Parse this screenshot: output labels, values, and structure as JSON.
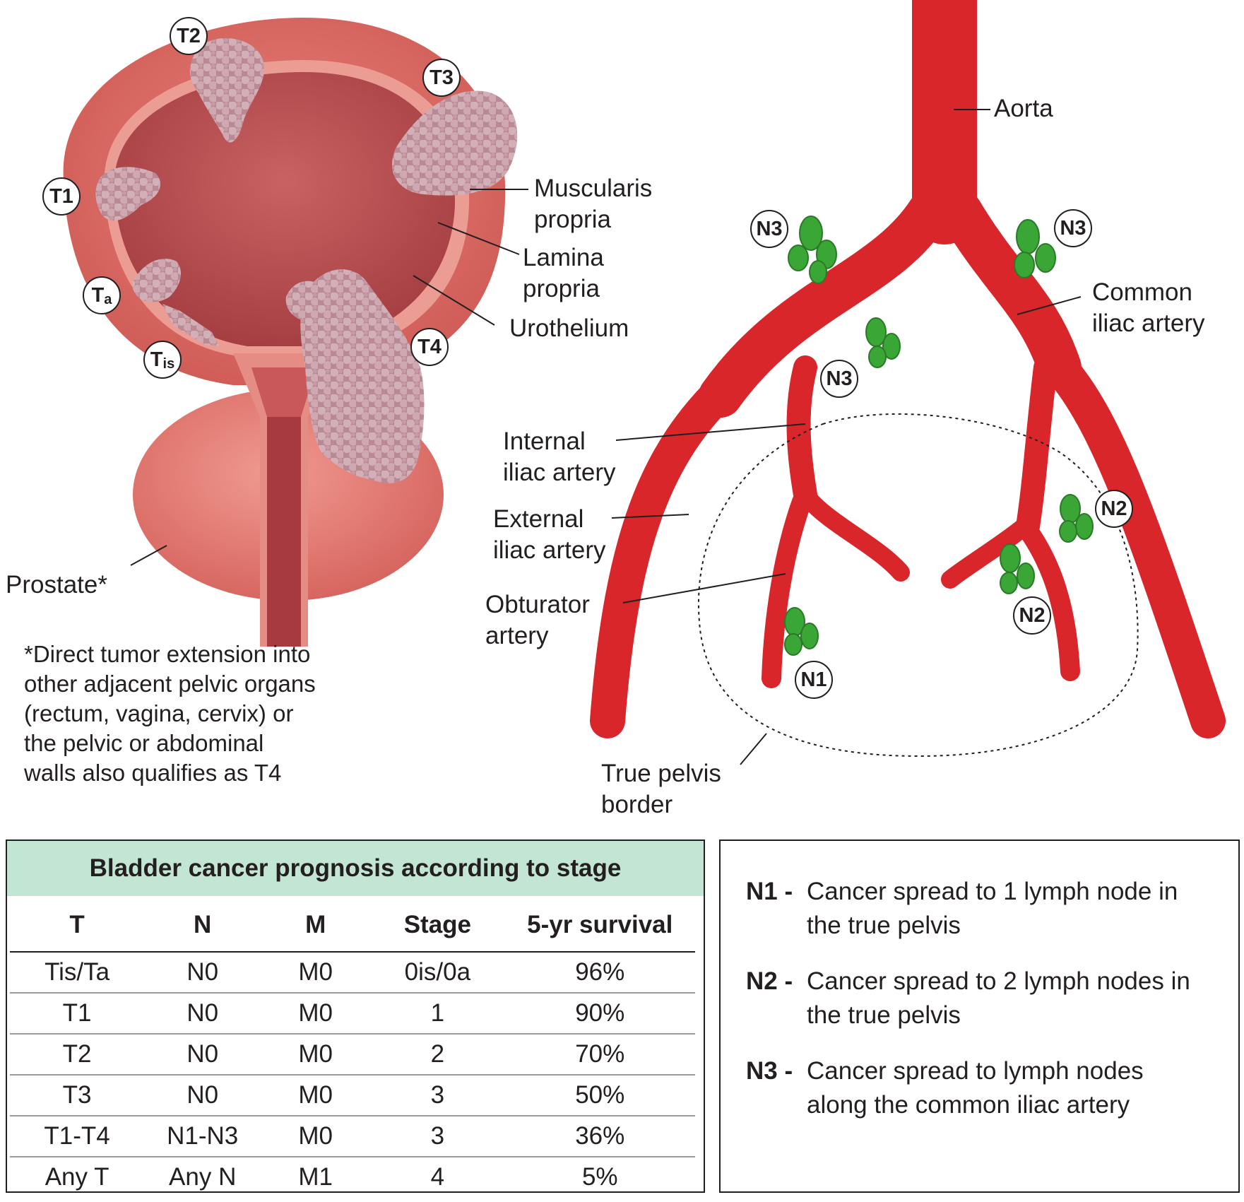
{
  "bladder": {
    "labels": {
      "muscularis": "Muscularis\npropria",
      "lamina": "Lamina\npropria",
      "urothelium": "Urothelium",
      "prostate": "Prostate*"
    },
    "badges": {
      "t2": "T2",
      "t3": "T3",
      "t1": "T1",
      "ta_main": "T",
      "ta_sub": "a",
      "tis_main": "T",
      "tis_sub": "is",
      "t4": "T4"
    },
    "footnote": "*Direct tumor extension into other adjacent pelvic organs (rectum, vagina, cervix) or the pelvic or abdominal walls also qualifies as T4"
  },
  "arteries": {
    "labels": {
      "aorta": "Aorta",
      "common_iliac": "Common\niliac artery",
      "internal_iliac": "Internal\niliac artery",
      "external_iliac": "External\niliac artery",
      "obturator": "Obturator\nartery",
      "true_pelvis": "True pelvis\nborder"
    },
    "badges": {
      "n3_left": "N3",
      "n3_right": "N3",
      "n3_center": "N3",
      "n2_upper": "N2",
      "n2_lower": "N2",
      "n1": "N1"
    }
  },
  "table": {
    "title": "Bladder cancer prognosis according to stage",
    "headers": [
      "T",
      "N",
      "M",
      "Stage",
      "5-yr survival"
    ],
    "rows": [
      {
        "t": "Tis/Ta",
        "n": "N0",
        "m": "M0",
        "stage": "0is/0a",
        "survival": "96%"
      },
      {
        "t": "T1",
        "n": "N0",
        "m": "M0",
        "stage": "1",
        "survival": "90%"
      },
      {
        "t": "T2",
        "n": "N0",
        "m": "M0",
        "stage": "2",
        "survival": "70%"
      },
      {
        "t": "T3",
        "n": "N0",
        "m": "M0",
        "stage": "3",
        "survival": "50%"
      },
      {
        "t": "T1-T4",
        "n": "N1-N3",
        "m": "M0",
        "stage": "3",
        "survival": "36%"
      },
      {
        "t": "Any T",
        "n": "Any N",
        "m": "M1",
        "stage": "4",
        "survival": "5%"
      }
    ]
  },
  "legend": [
    {
      "code": "N1 -",
      "text": "Cancer spread to 1 lymph node in the true pelvis"
    },
    {
      "code": "N2 -",
      "text": "Cancer spread to 2 lymph nodes in the true pelvis"
    },
    {
      "code": "N3 -",
      "text": "Cancer spread to lymph nodes along the common iliac artery"
    }
  ],
  "colors": {
    "artery": "#d8262b",
    "bladder_wall": "#d9665f",
    "bladder_inner": "#b94a4a",
    "tumor": "#c9a0a8",
    "node": "#3aa635",
    "header_bg": "#c3e5d4"
  }
}
